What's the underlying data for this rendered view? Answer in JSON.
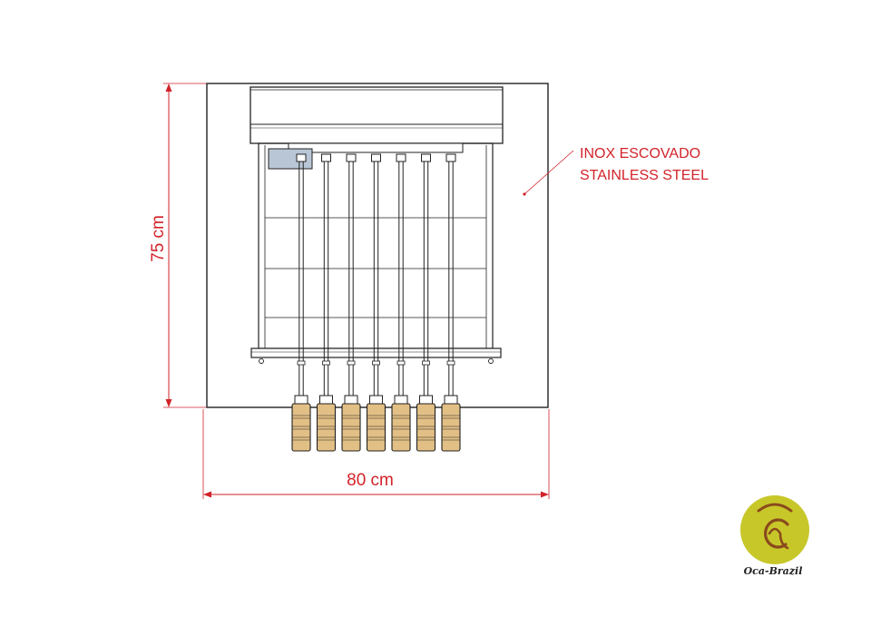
{
  "dimensions": {
    "height_label": "75 cm",
    "width_label": "80 cm"
  },
  "annotation": {
    "line1": "INOX ESCOVADO",
    "line2": "STAINLESS STEEL"
  },
  "logo": {
    "name": "Oca-Brazil"
  },
  "skewers": {
    "count": 7
  },
  "colors": {
    "dimension_red": "#d2232a",
    "outline": "#222222",
    "handle_tan": "#e2bf85",
    "logo_yellow": "#c7c72a",
    "logo_brown": "#8a4a1c"
  }
}
